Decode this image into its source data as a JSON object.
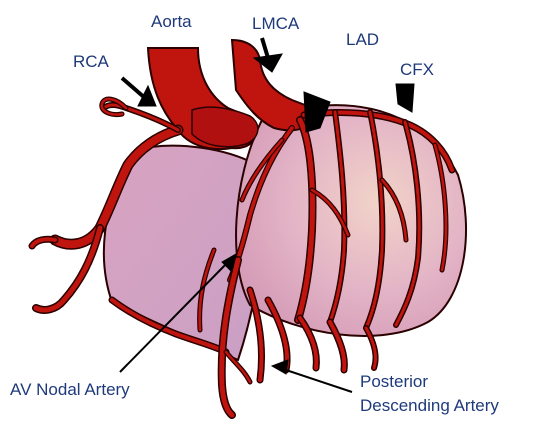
{
  "colors": {
    "vessel": "#c0140e",
    "vessel_outline": "#2a0000",
    "heart_fill": "#e2b3cc",
    "label_text": "#1f3a7a",
    "pointer": "#000000"
  },
  "labels": {
    "aorta": "Aorta",
    "lmca": "LMCA",
    "lad": "LAD",
    "rca": "RCA",
    "cfx": "CFX",
    "av_nodal": "AV Nodal Artery",
    "pda_line1": "Posterior",
    "pda_line2": "Descending Artery"
  }
}
